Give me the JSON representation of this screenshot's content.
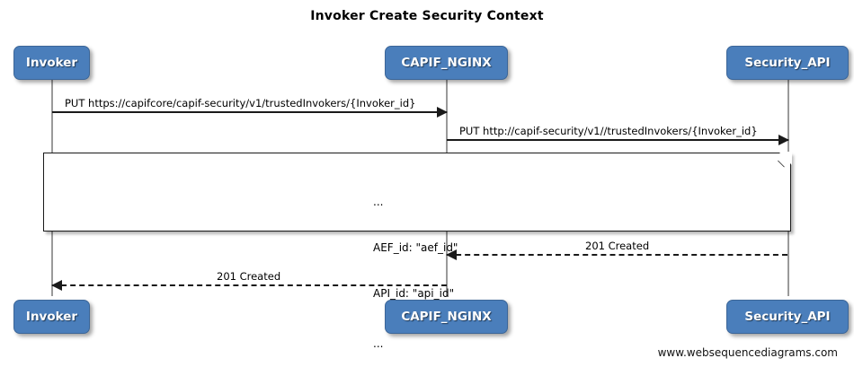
{
  "diagram": {
    "title": "Invoker Create Security Context",
    "footer": "www.websequencediagrams.com",
    "colors": {
      "participant_fill": "#4a7ebb",
      "participant_border": "#3c6698",
      "participant_text": "#ffffff",
      "line": "#1a1a1a",
      "lifeline": "#9a9a9a",
      "background": "#ffffff"
    }
  },
  "participants": [
    {
      "id": "invoker",
      "label": "Invoker"
    },
    {
      "id": "capif_nginx",
      "label": "CAPIF_NGINX"
    },
    {
      "id": "security_api",
      "label": "Security_API"
    }
  ],
  "participants_bottom": [
    {
      "id": "invoker-bottom",
      "label": "Invoker"
    },
    {
      "id": "capif_nginx-bottom",
      "label": "CAPIF_NGINX"
    },
    {
      "id": "security_api-bottom",
      "label": "Security_API"
    }
  ],
  "messages": [
    {
      "id": "msg-1",
      "label": "PUT https://capifcore/capif-security/v1/trustedInvokers/{Invoker_id}",
      "from": "Invoker",
      "to": "CAPIF_NGINX",
      "style": "solid",
      "direction": "right"
    },
    {
      "id": "msg-2",
      "label": "PUT http://capif-security/v1//trustedInvokers/{Invoker_id}",
      "from": "CAPIF_NGINX",
      "to": "Security_API",
      "style": "solid",
      "direction": "right"
    },
    {
      "id": "msg-3",
      "label": "201 Created",
      "from": "Security_API",
      "to": "CAPIF_NGINX",
      "style": "dashed",
      "direction": "left"
    },
    {
      "id": "msg-4",
      "label": "201 Created",
      "from": "CAPIF_NGINX",
      "to": "Invoker",
      "style": "dashed",
      "direction": "left"
    }
  ],
  "note": {
    "lines": [
      "...",
      "AEF_id: \"aef_id\"",
      "API_id: \"api_id\"",
      "..."
    ]
  }
}
